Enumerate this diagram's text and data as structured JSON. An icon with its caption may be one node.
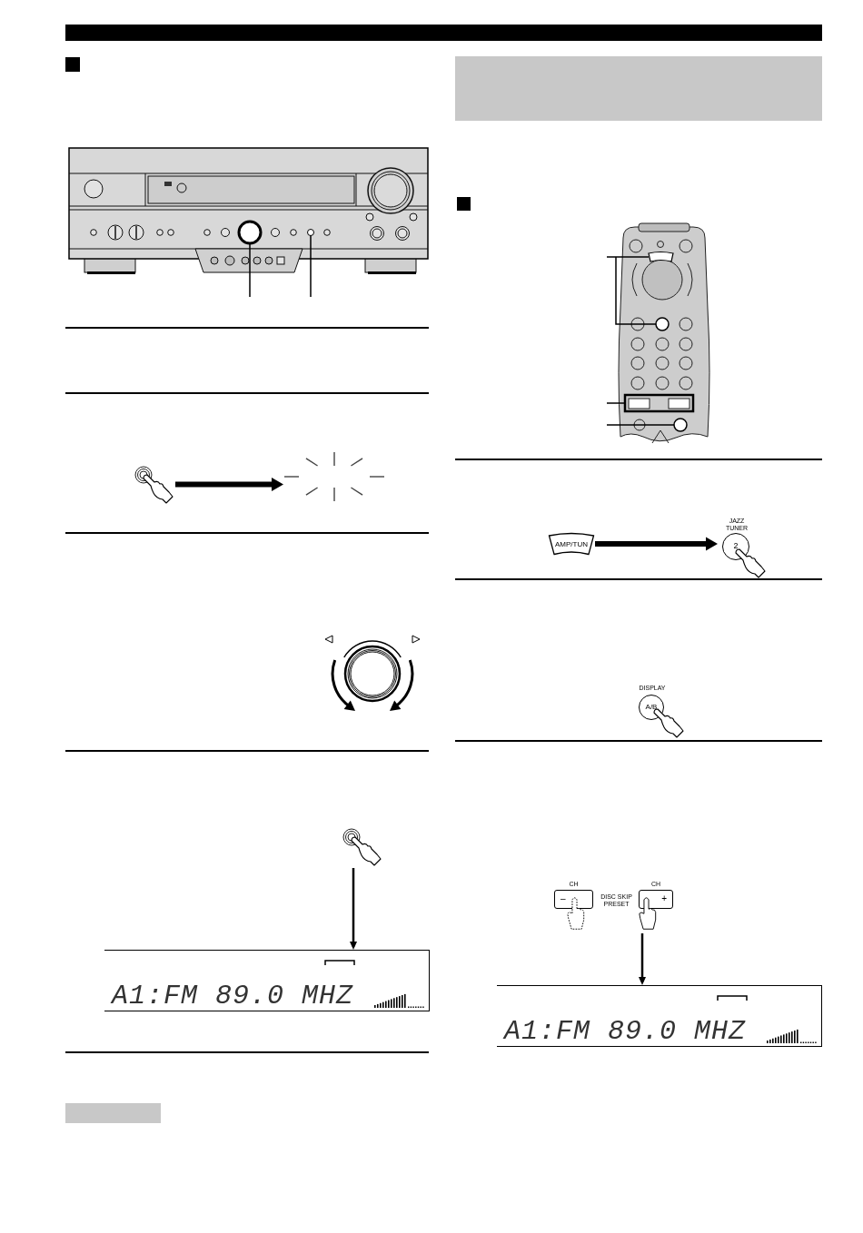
{
  "diagram": {
    "nodes": [
      {
        "text": [],
        "shape": "picture"
      },
      {
        "text": [],
        "shape": "circle",
        "in": 0
      },
      {
        "text": [],
        "shape": "circle",
        "in": 0
      },
      {
        "text": [],
        "shape": "picture"
      },
      {
        "text": [],
        "shape": "picture"
      },
      {
        "text": [],
        "shape": "picture"
      },
      {
        "text": [
          "A1:FM 89.0 MHZ"
        ]
      },
      {
        "text": [],
        "shape": "bar"
      },
      {
        "text": [],
        "shape": "bar"
      },
      {
        "text": [],
        "shape": "picture"
      },
      {
        "text": [],
        "shape": "box",
        "in": 9
      },
      {
        "text": [],
        "shape": "circle",
        "in": 9
      },
      {
        "text": [],
        "shape": "box",
        "in": 9
      },
      {
        "text": [],
        "shape": "circle",
        "in": 9
      },
      {
        "text": [
          "AMP/TUN"
        ]
      },
      {
        "text": [
          "JAZZ TUNER",
          "2"
        ]
      },
      {
        "text": [
          "DISPLAY",
          "A/B"
        ]
      },
      {
        "text": [
          "CH",
          "–"
        ]
      },
      {
        "text": [
          "CH",
          "+"
        ]
      },
      {
        "text": [
          "A1:FM 89.0 MHZ"
        ]
      }
    ],
    "edges": [
      {
        "from": null,
        "to": 1,
        "arrow": "none"
      },
      {
        "from": null,
        "to": 2,
        "arrow": "none"
      },
      {
        "from": 3,
        "to": 4,
        "arrow": "to",
        "style": "thick"
      },
      {
        "from": 5,
        "to": 6,
        "arrow": "to"
      },
      {
        "from": null,
        "to": 10,
        "arrow": "none"
      },
      {
        "from": null,
        "to": 11,
        "arrow": "none"
      },
      {
        "from": null,
        "to": 12,
        "arrow": "none"
      },
      {
        "from": null,
        "to": 13,
        "arrow": "none"
      },
      {
        "from": 14,
        "to": 15,
        "arrow": "to",
        "style": "thick"
      },
      {
        "from": 18,
        "to": 19,
        "arrow": "to"
      }
    ],
    "labels": [
      "DISC SKIP PRESET"
    ]
  }
}
